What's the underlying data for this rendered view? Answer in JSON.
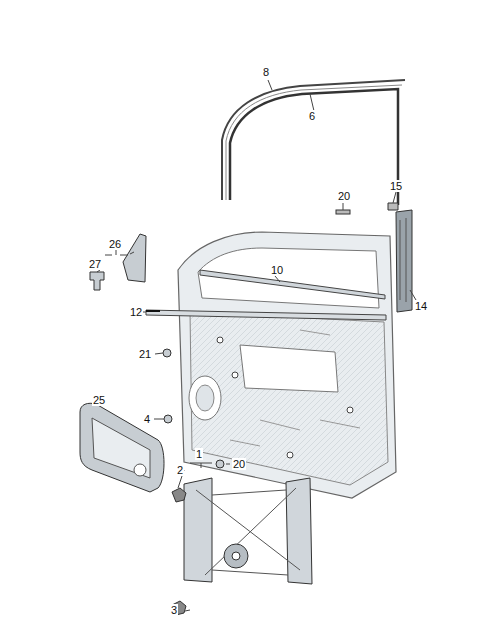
{
  "diagram": {
    "labels": [
      "8",
      "6",
      "20",
      "15",
      "26",
      "27",
      "10",
      "14",
      "12",
      "21",
      "25",
      "4",
      "1",
      "2",
      "20",
      "3"
    ]
  }
}
